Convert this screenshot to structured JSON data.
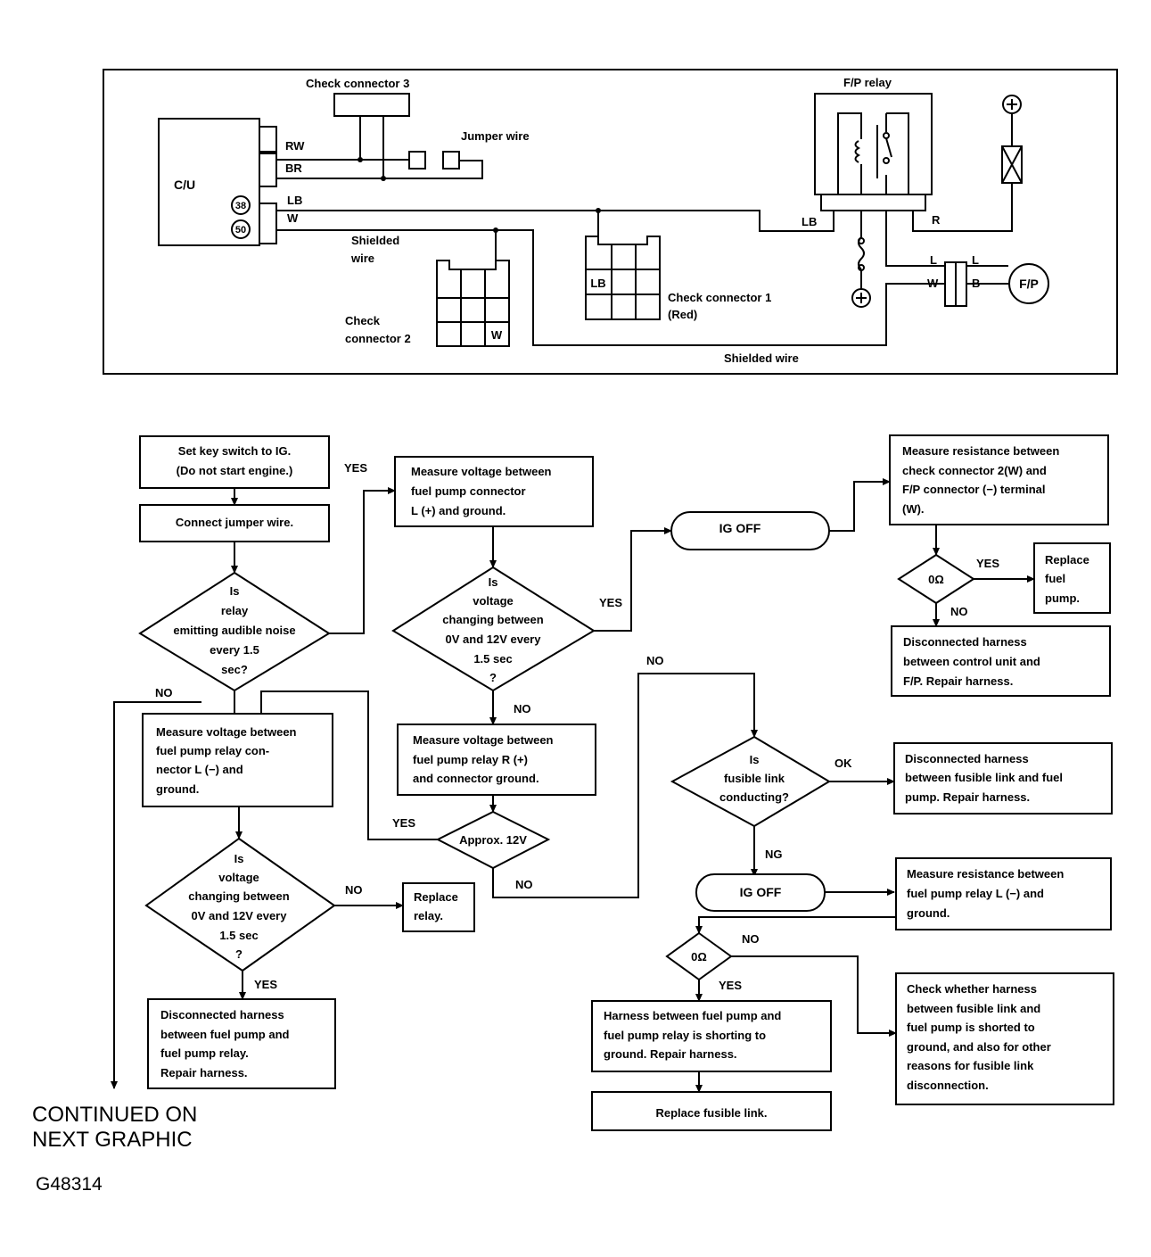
{
  "schematic": {
    "check_connector_3": "Check connector 3",
    "fp_relay": "F/P relay",
    "jumper_wire": "Jumper wire",
    "cu": "C/U",
    "rw": "RW",
    "br": "BR",
    "lb": "LB",
    "w": "W",
    "pin_38": "38",
    "pin_50": "50",
    "shielded_wire_1": "Shielded",
    "shielded_wire_2": "wire",
    "lb_relay": "LB",
    "r": "R",
    "l1": "L",
    "l2": "L",
    "w2": "W",
    "b": "B",
    "fp": "F/P",
    "check_connector_1_a": "Check connector 1",
    "check_connector_1_b": "(Red)",
    "check_connector_1_pin": "LB",
    "check_connector_2_a": "Check",
    "check_connector_2_b": "connector 2",
    "check_connector_2_pin": "W",
    "shielded_wire_bottom": "Shielded wire"
  },
  "flow": {
    "b1": [
      "Set key switch to IG.",
      "(Do not start engine.)"
    ],
    "b2": [
      "Connect jumper wire."
    ],
    "d1": [
      "Is",
      "relay",
      "emitting audible noise",
      "every 1.5",
      "sec?"
    ],
    "yes_1": "YES",
    "no_1": "NO",
    "b3": [
      "Measure voltage between",
      "fuel pump connector",
      "L (+) and ground."
    ],
    "d2": [
      "Is",
      "voltage",
      "changing between",
      "0V and 12V every",
      "1.5 sec",
      "?"
    ],
    "yes_2": "YES",
    "no_2": "NO",
    "ig_off_1": "IG OFF",
    "b4": [
      "Measure resistance between",
      "check connector 2(W) and",
      "F/P connector (−) terminal",
      "(W)."
    ],
    "d3": "0Ω",
    "yes_3": "YES",
    "no_3": "NO",
    "b5": [
      "Replace",
      "fuel",
      "pump."
    ],
    "b6": [
      "Disconnected harness",
      "between control unit and",
      "F/P. Repair harness."
    ],
    "b7": [
      "Measure voltage between",
      "fuel pump relay con-",
      "nector L (−) and",
      "ground."
    ],
    "b8": [
      "Measure voltage between",
      "fuel pump relay R (+)",
      "and connector ground."
    ],
    "d4": "Approx. 12V",
    "yes_4": "YES",
    "no_4": "NO",
    "no_5": "NO",
    "d5": [
      "Is",
      "fusible link",
      "conducting?"
    ],
    "ok": "OK",
    "ng": "NG",
    "b9": [
      "Disconnected harness",
      "between fusible link and fuel",
      "pump. Repair harness."
    ],
    "d6": [
      "Is",
      "voltage",
      "changing between",
      "0V and 12V every",
      "1.5 sec",
      "?"
    ],
    "no_6": "NO",
    "yes_6": "YES",
    "b10": [
      "Replace",
      "relay."
    ],
    "ig_off_2": "IG OFF",
    "b11": [
      "Measure resistance between",
      "fuel pump relay L (−) and",
      "ground."
    ],
    "d7": "0Ω",
    "no_7": "NO",
    "yes_7": "YES",
    "b12": [
      "Harness between fuel pump and",
      "fuel pump relay is shorting to",
      "ground. Repair harness."
    ],
    "b13": [
      "Check whether harness",
      "between fusible link and",
      "fuel pump is shorted to",
      "ground, and also for other",
      "reasons for fusible link",
      "disconnection."
    ],
    "b14": [
      "Replace fusible link."
    ],
    "b15": [
      "Disconnected harness",
      "between fuel pump and",
      "fuel pump relay.",
      "Repair harness."
    ]
  },
  "continued": [
    "CONTINUED ON",
    "NEXT GRAPHIC"
  ],
  "figure_id": "G48314"
}
